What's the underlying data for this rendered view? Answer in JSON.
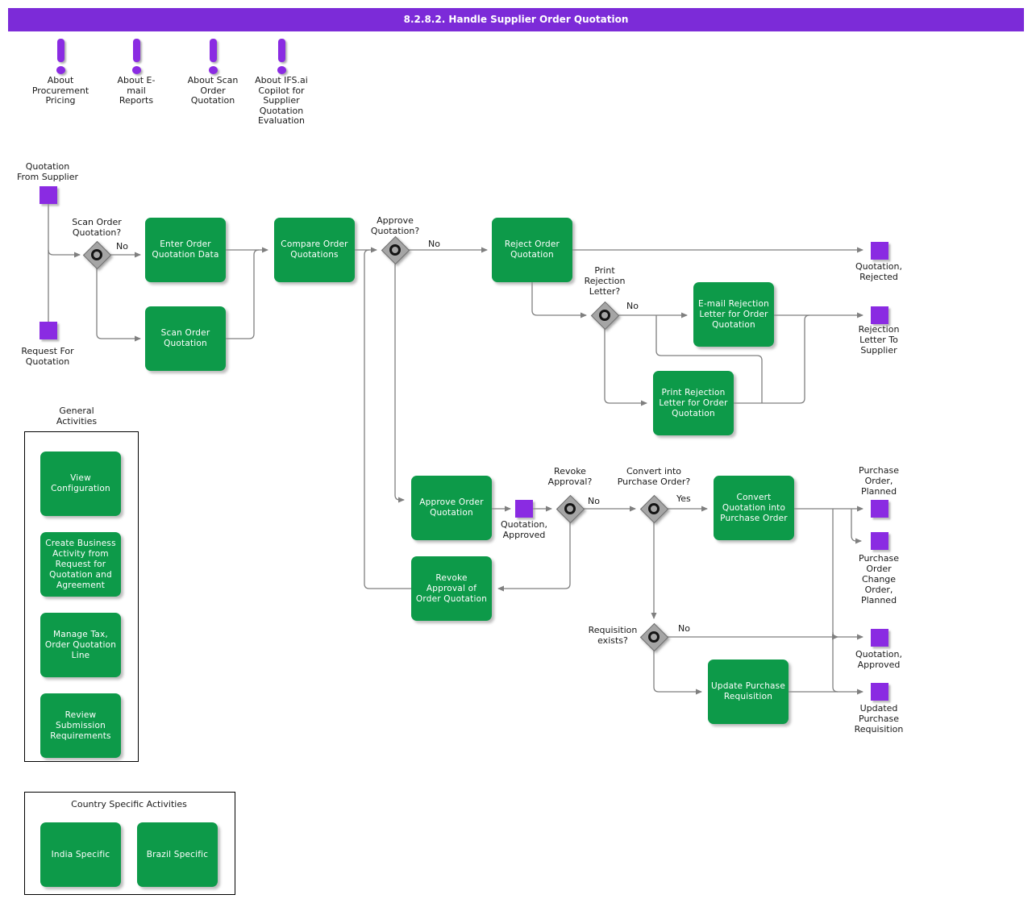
{
  "title": "8.2.8.2. Handle Supplier Order Quotation",
  "colors": {
    "header_purple": "#7C2BD8",
    "event_purple": "#8A2BE2",
    "activity_green": "#0D9A49",
    "line_gray": "#7F7F7F"
  },
  "info_notes": [
    {
      "label": "About\nProcurement\nPricing"
    },
    {
      "label": "About E-\nmail\nReports"
    },
    {
      "label": "About Scan\nOrder\nQuotation"
    },
    {
      "label": "About IFS.ai\nCopilot for\nSupplier\nQuotation\nEvaluation"
    }
  ],
  "events": {
    "quotation_from_supplier": "Quotation\nFrom Supplier",
    "request_for_quotation": "Request For\nQuotation",
    "quotation_rejected": "Quotation,\nRejected",
    "rejection_letter_to_supplier": "Rejection\nLetter To\nSupplier",
    "quotation_approved_mid": "Quotation,\nApproved",
    "purchase_order_planned": "Purchase\nOrder,\nPlanned",
    "purchase_order_change_order_planned": "Purchase\nOrder\nChange\nOrder,\nPlanned",
    "quotation_approved_end": "Quotation,\nApproved",
    "updated_purchase_requisition": "Updated\nPurchase\nRequisition"
  },
  "activities": {
    "enter_order_quotation_data": "Enter Order\nQuotation Data",
    "scan_order_quotation": "Scan Order\nQuotation",
    "compare_order_quotations": "Compare Order\nQuotations",
    "reject_order_quotation": "Reject Order\nQuotation",
    "email_rejection_letter": "E-mail Rejection\nLetter for Order\nQuotation",
    "print_rejection_letter": "Print Rejection\nLetter for Order\nQuotation",
    "approve_order_quotation": "Approve Order\nQuotation",
    "revoke_approval": "Revoke\nApproval of\nOrder Quotation",
    "convert_quotation": "Convert\nQuotation into\nPurchase Order",
    "update_purchase_requisition": "Update Purchase\nRequisition"
  },
  "gateways": {
    "scan_order_quotation": {
      "question": "Scan Order\nQuotation?",
      "no": "No"
    },
    "approve_quotation": {
      "question": "Approve\nQuotation?",
      "no": "No"
    },
    "print_rejection_letter": {
      "question": "Print\nRejection\nLetter?",
      "no": "No"
    },
    "revoke_approval": {
      "question": "Revoke\nApproval?",
      "no": "No"
    },
    "convert_into_purchase_order": {
      "question": "Convert into\nPurchase Order?",
      "yes": "Yes"
    },
    "requisition_exists": {
      "question": "Requisition\nexists?",
      "no": "No"
    }
  },
  "groups": {
    "general": {
      "title": "General\nActivities",
      "items": [
        "View\nConfiguration",
        "Create Business\nActivity from\nRequest for\nQuotation and\nAgreement",
        "Manage Tax,\nOrder Quotation\nLine",
        "Review\nSubmission\nRequirements"
      ]
    },
    "country": {
      "title": "Country Specific Activities",
      "items": [
        "India Specific",
        "Brazil Specific"
      ]
    }
  }
}
